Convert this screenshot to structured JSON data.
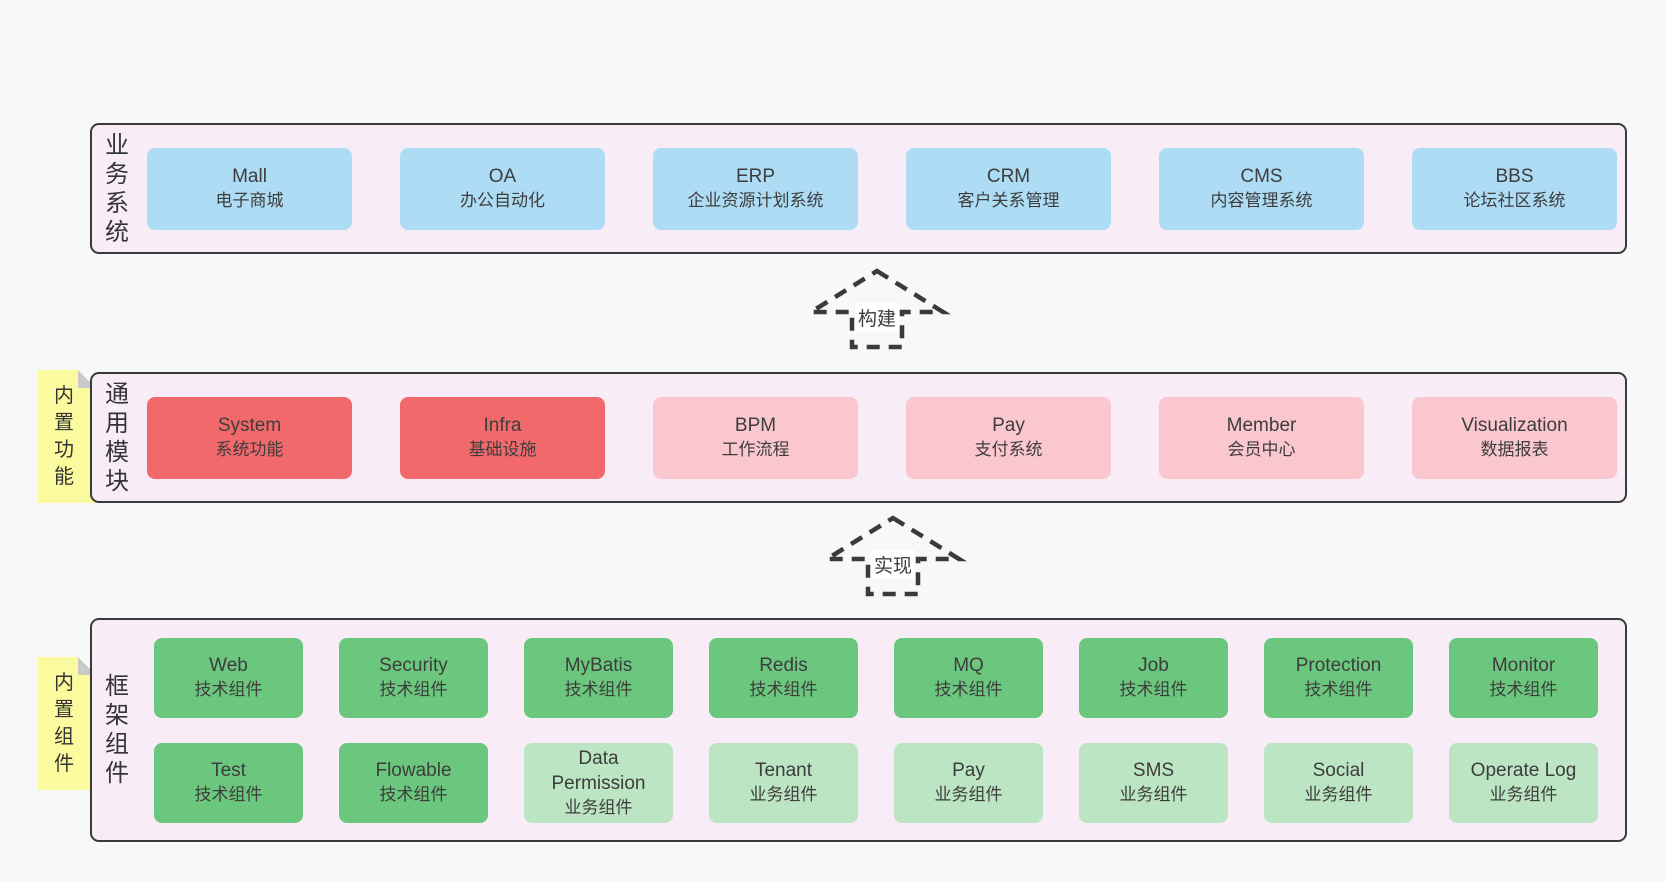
{
  "colors": {
    "page_bg": "#f8f8f8",
    "band_bg": "#f8edf6",
    "band_border": "#3a3a3a",
    "text": "#3d3d3d",
    "blue": "#aedcf5",
    "red": "#f2696c",
    "pink": "#fbc7cf",
    "green": "#6bc77d",
    "light_green": "#bce5c3",
    "tag_yellow": "#fbfa9e",
    "fold_grey": "#c9c9c9"
  },
  "arrows": [
    {
      "id": "build",
      "label": "构建"
    },
    {
      "id": "implement",
      "label": "实现"
    }
  ],
  "side_tags": [
    {
      "id": "builtin-features",
      "label": "内置功能"
    },
    {
      "id": "builtin-components",
      "label": "内置组件"
    }
  ],
  "bands": [
    {
      "id": "business-systems",
      "label": "业务系统",
      "rows": [
        [
          {
            "name": "Mall",
            "desc": "电子商城",
            "color": "blue"
          },
          {
            "name": "OA",
            "desc": "办公自动化",
            "color": "blue"
          },
          {
            "name": "ERP",
            "desc": "企业资源计划系统",
            "color": "blue"
          },
          {
            "name": "CRM",
            "desc": "客户关系管理",
            "color": "blue"
          },
          {
            "name": "CMS",
            "desc": "内容管理系统",
            "color": "blue"
          },
          {
            "name": "BBS",
            "desc": "论坛社区系统",
            "color": "blue"
          }
        ]
      ]
    },
    {
      "id": "common-modules",
      "label": "通用模块",
      "rows": [
        [
          {
            "name": "System",
            "desc": "系统功能",
            "color": "red"
          },
          {
            "name": "Infra",
            "desc": "基础设施",
            "color": "red"
          },
          {
            "name": "BPM",
            "desc": "工作流程",
            "color": "pink"
          },
          {
            "name": "Pay",
            "desc": "支付系统",
            "color": "pink"
          },
          {
            "name": "Member",
            "desc": "会员中心",
            "color": "pink"
          },
          {
            "name": "Visualization",
            "desc": "数据报表",
            "color": "pink"
          }
        ]
      ]
    },
    {
      "id": "framework-components",
      "label": "框架组件",
      "rows": [
        [
          {
            "name": "Web",
            "desc": "技术组件",
            "color": "green"
          },
          {
            "name": "Security",
            "desc": "技术组件",
            "color": "green"
          },
          {
            "name": "MyBatis",
            "desc": "技术组件",
            "color": "green"
          },
          {
            "name": "Redis",
            "desc": "技术组件",
            "color": "green"
          },
          {
            "name": "MQ",
            "desc": "技术组件",
            "color": "green"
          },
          {
            "name": "Job",
            "desc": "技术组件",
            "color": "green"
          },
          {
            "name": "Protection",
            "desc": "技术组件",
            "color": "green"
          },
          {
            "name": "Monitor",
            "desc": "技术组件",
            "color": "green"
          }
        ],
        [
          {
            "name": "Test",
            "desc": "技术组件",
            "color": "green"
          },
          {
            "name": "Flowable",
            "desc": "技术组件",
            "color": "green"
          },
          {
            "name": "Data Permission",
            "desc": "业务组件",
            "color": "light_green"
          },
          {
            "name": "Tenant",
            "desc": "业务组件",
            "color": "light_green"
          },
          {
            "name": "Pay",
            "desc": "业务组件",
            "color": "light_green"
          },
          {
            "name": "SMS",
            "desc": "业务组件",
            "color": "light_green"
          },
          {
            "name": "Social",
            "desc": "业务组件",
            "color": "light_green"
          },
          {
            "name": "Operate Log",
            "desc": "业务组件",
            "color": "light_green"
          }
        ]
      ]
    }
  ]
}
